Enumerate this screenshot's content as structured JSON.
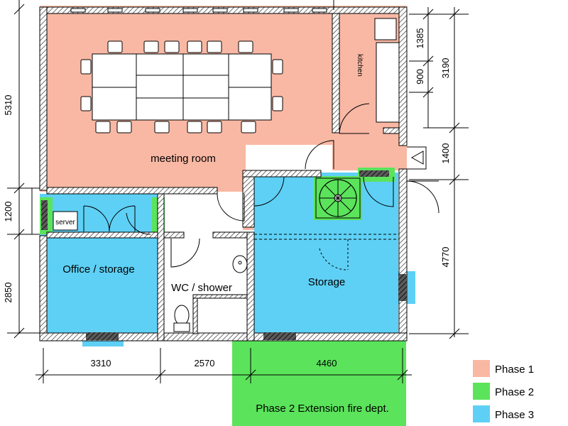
{
  "rooms": {
    "meeting_room": "meeting room",
    "kitchen": "kitchen",
    "server": "server",
    "office": "Office / storage",
    "wc": "WC / shower",
    "storage": "Storage",
    "extension": "Phase 2 Extension fire dept."
  },
  "dimensions": {
    "left_top": "5310",
    "left_mid": "1200",
    "left_bottom": "2850",
    "right_1385": "1385",
    "right_3190": "3190",
    "right_900": "900",
    "right_1400": "1400",
    "right_4770": "4770",
    "bottom_3310": "3310",
    "bottom_2570": "2570",
    "bottom_4460": "4460"
  },
  "legend": [
    {
      "label": "Phase 1",
      "color": "#f9b8a4"
    },
    {
      "label": "Phase 2",
      "color": "#5be35b"
    },
    {
      "label": "Phase 3",
      "color": "#5ed0f5"
    }
  ],
  "colors": {
    "phase1": "#f9b8a4",
    "phase2": "#5be35b",
    "phase3": "#5ed0f5"
  }
}
